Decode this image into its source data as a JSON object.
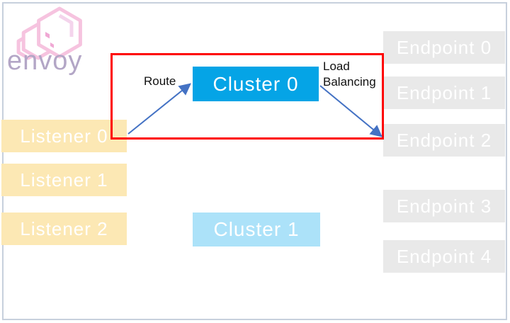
{
  "logo": {
    "brand": "envoy"
  },
  "colors": {
    "frame_border": "#c7d0dd",
    "listener_fill": "#fce8b4",
    "endpoint_fill": "#e9e9e9",
    "cluster0_fill": "#05a4e6",
    "cluster1_fill": "#ace2f9",
    "highlight_border": "#fe0000",
    "arrow_blue": "#4472c4",
    "box_text": "#ffffff",
    "logo_pink": "#f6c3df",
    "logo_wordmark": "#b3a6c6"
  },
  "diagram": {
    "listeners": [
      {
        "label": "Listener 0"
      },
      {
        "label": "Listener 1"
      },
      {
        "label": "Listener 2"
      }
    ],
    "clusters": [
      {
        "label": "Cluster 0"
      },
      {
        "label": "Cluster 1"
      }
    ],
    "endpoints": [
      {
        "label": "Endpoint 0"
      },
      {
        "label": "Endpoint 1"
      },
      {
        "label": "Endpoint 2"
      },
      {
        "label": "Endpoint 3"
      },
      {
        "label": "Endpoint 4"
      }
    ],
    "annotations": {
      "route": "Route",
      "load_balancing": "Load Balancing"
    }
  }
}
